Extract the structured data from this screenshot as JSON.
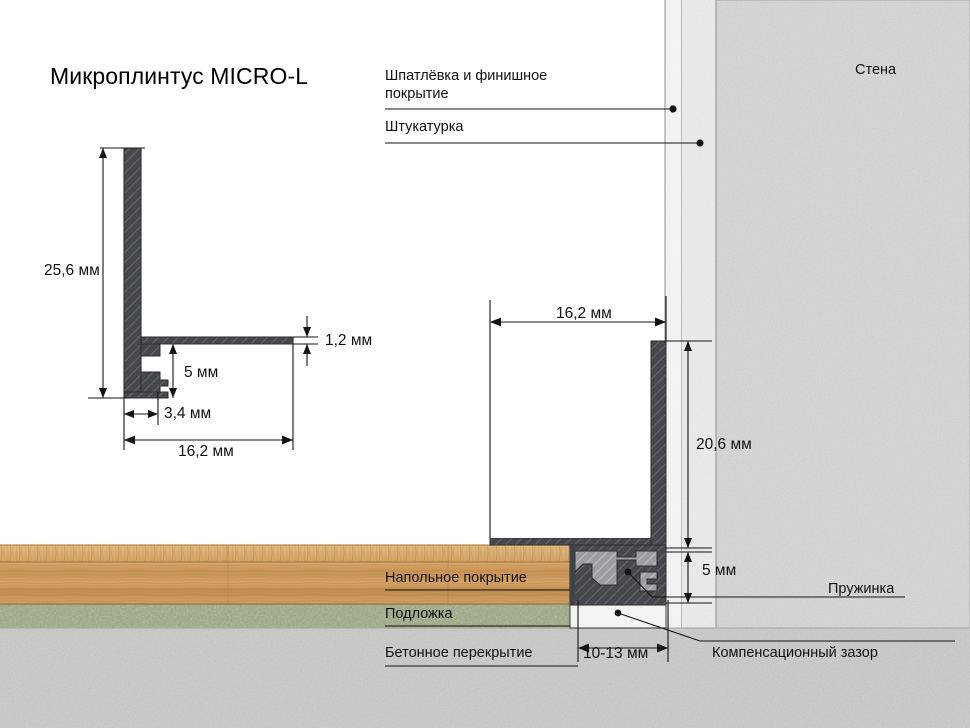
{
  "diagram": {
    "title": "Микроплинтус MICRO-L",
    "units_suffix": "мм"
  },
  "profile_dimensions": {
    "height": "25,6 мм",
    "flange_thickness": "1,2 мм",
    "groove_height": "5 мм",
    "web_width": "3,4 мм",
    "depth": "16,2 мм"
  },
  "installed_dimensions": {
    "depth": "16,2 мм",
    "visible_height": "20,6 мм",
    "base_height": "5 мм",
    "expansion_gap_width": "10-13 мм"
  },
  "callouts": {
    "putty_finish": "Шпатлёвка и финишное\nпокрытие",
    "plaster": "Штукатурка",
    "wall": "Стена",
    "floor_covering": "Напольное покрытие",
    "underlay": "Подложка",
    "concrete_slab": "Бетонное перекрытие",
    "spring": "Пружинка",
    "expansion_gap": "Компенсационный зазор"
  },
  "colors": {
    "metal_dark": "#3f4144",
    "metal_mid": "#5a5d61",
    "metal_light": "#8d9095",
    "line": "#1a1a1a",
    "wall_concrete": "#d7d7d5",
    "wall_plaster": "#ededec",
    "wall_putty": "#f2f2f1",
    "floor_wood": "#c89a5e",
    "underlay_green": "#9aa87f",
    "slab_concrete": "#c9c9c7"
  }
}
